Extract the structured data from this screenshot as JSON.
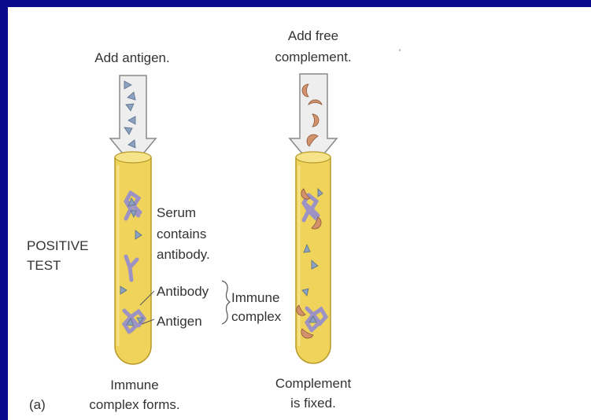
{
  "colors": {
    "border": "#0a0a8c",
    "panel": "#ffffff",
    "tube_fill": "#efd35a",
    "tube_stroke": "#b79a2a",
    "arrow_fill": "#eeeeee",
    "arrow_stroke": "#888888",
    "antigen": "#8aa2bf",
    "antibody": "#9c92c4",
    "complement": "#d3916c",
    "text": "#333333"
  },
  "labels": {
    "add_antigen": "Add antigen.",
    "add_free_line1": "Add free",
    "add_free_line2": "complement.",
    "tick_mark": "'",
    "serum_line1": "Serum",
    "serum_line2": "contains",
    "serum_line3": "antibody.",
    "positive_line1": "POSITIVE",
    "positive_line2": "TEST",
    "antibody": "Antibody",
    "antigen": "Antigen",
    "immune_line1": "Immune",
    "immune_line2": "complex",
    "immune_forms_line1": "Immune",
    "immune_forms_line2": "complex forms.",
    "complement_fixed_line1": "Complement",
    "complement_fixed_line2": "is fixed.",
    "panel_letter": "(a)"
  }
}
